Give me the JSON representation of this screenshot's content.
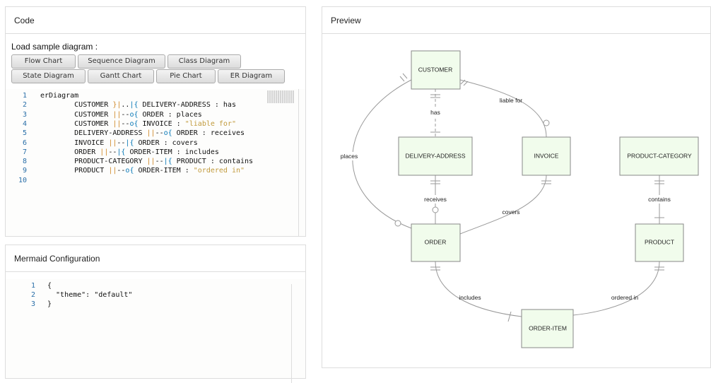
{
  "code_panel": {
    "title": "Code",
    "load_label": "Load sample diagram :",
    "buttons": [
      "Flow Chart",
      "Sequence Diagram",
      "Class Diagram",
      "State Diagram",
      "Gantt Chart",
      "Pie Chart",
      "ER Diagram"
    ],
    "lines": [
      "erDiagram",
      "        CUSTOMER }|..|{ DELIVERY-ADDRESS : has",
      "        CUSTOMER ||--o{ ORDER : places",
      "        CUSTOMER ||--o{ INVOICE : \"liable for\"",
      "        DELIVERY-ADDRESS ||--o{ ORDER : receives",
      "        INVOICE ||--|{ ORDER : covers",
      "        ORDER ||--|{ ORDER-ITEM : includes",
      "        PRODUCT-CATEGORY ||--|{ PRODUCT : contains",
      "        PRODUCT ||--o{ ORDER-ITEM : \"ordered in\"",
      ""
    ]
  },
  "config_panel": {
    "title": "Mermaid Configuration",
    "lines": [
      "{",
      "  \"theme\": \"default\"",
      "}"
    ]
  },
  "preview_panel": {
    "title": "Preview",
    "entities": [
      "CUSTOMER",
      "DELIVERY-ADDRESS",
      "INVOICE",
      "PRODUCT-CATEGORY",
      "ORDER",
      "PRODUCT",
      "ORDER-ITEM"
    ],
    "relations": [
      "has",
      "places",
      "liable for",
      "receives",
      "covers",
      "contains",
      "includes",
      "ordered in"
    ]
  }
}
